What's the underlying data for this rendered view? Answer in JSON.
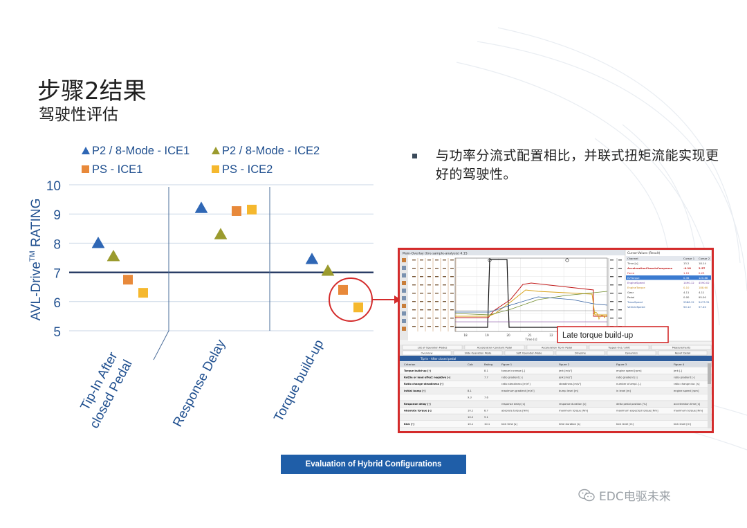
{
  "slide": {
    "title": "步骤2结果",
    "subtitle": "驾驶性评估",
    "bullet": "与功率分流式配置相比，并联式扭矩流能实现更好的驾驶性。",
    "banner": "Evaluation of Hybrid Configurations",
    "watermark": "EDC电驱未来"
  },
  "colors": {
    "blue_marker": "#2f67b5",
    "olive_marker": "#9b9b2e",
    "orange_marker": "#e8893a",
    "yellow_marker": "#f5b82e",
    "axis_text": "#1f4f8f",
    "callout_red": "#d42b2b",
    "banner_blue": "#1f5ea8"
  },
  "chart_data": {
    "type": "scatter",
    "ylabel_main": "AVL-Drive",
    "ylabel_sup": "TM",
    "ylabel_rest": " RATING",
    "ylim": [
      5,
      10
    ],
    "yticks": [
      "5",
      "6",
      "7",
      "8",
      "9",
      "10"
    ],
    "reference_line": 7,
    "grid": true,
    "legend_position": "top",
    "categories": [
      "Tip-In After closed Pedal",
      "Response Delay",
      "Torque build-up"
    ],
    "category_lines": [
      [
        "Tip-In After",
        "closed Pedal"
      ],
      [
        "Response Delay"
      ],
      [
        "Torque build-up"
      ]
    ],
    "series": [
      {
        "name": "P2 / 8-Mode - ICE1",
        "marker": "triangle",
        "color": "#2f67b5",
        "values": [
          8.0,
          9.2,
          7.45
        ]
      },
      {
        "name": "P2 / 8-Mode - ICE2",
        "marker": "triangle",
        "color": "#9b9b2e",
        "values": [
          7.55,
          8.3,
          7.05
        ]
      },
      {
        "name": "PS - ICE1",
        "marker": "square",
        "color": "#e8893a",
        "values": [
          6.75,
          9.1,
          6.4
        ]
      },
      {
        "name": "PS - ICE2",
        "marker": "square",
        "color": "#f5b82e",
        "values": [
          6.3,
          9.15,
          5.8
        ]
      }
    ]
  },
  "screenshot": {
    "window_title": "Main-Overlay (tire-sample-analysis) 4.15",
    "side_title": "Cursor-Values (Result)",
    "side_headers": [
      "Channel",
      "Cursor 1",
      "Cursor 2"
    ],
    "side_rows": [
      [
        "Time [s]",
        "13.2",
        "18.14"
      ],
      [
        "AccelerationChassisCompensa",
        "-0.18",
        "2.57"
      ],
      [
        "Force",
        "1.15",
        "0.23"
      ],
      [
        "EVTorque",
        "0.36",
        "120.88"
      ],
      [
        "EngineSpeed",
        "1490.12",
        "4590.02"
      ],
      [
        "EngineTorque",
        "0.10",
        "188.60"
      ],
      [
        "Gear",
        "4.11",
        "4.11"
      ],
      [
        "Pedal",
        "0.00",
        "95.00"
      ],
      [
        "TransSpeed",
        "2586.12",
        "5473.31"
      ],
      [
        "VehicleSpeed",
        "50.12",
        "57.40"
      ]
    ],
    "x_ticks": [
      "18",
      "19",
      "20",
      "21",
      "22",
      "23",
      "24"
    ],
    "x_label": "Time [s]",
    "callout": "Late torque build-up",
    "tabs_row1": [
      "List of Operation Modes",
      "Acceleration Constant Pedal",
      "Acceleration Tip-In Pedal",
      "Tipped Out / Shift",
      "Measurements"
    ],
    "tabs_row2": [
      "Overview",
      "Slide Operation Mode",
      "Soft Operation Mode",
      "Driveline",
      "Dynamics",
      "Result Detail"
    ],
    "table_title": "Tip-in - After closed pedal",
    "table_headers": [
      "Criterion",
      "Calc",
      "Rating",
      "Figure 1",
      "Figure 2",
      "Figure 3",
      "Figure 4"
    ],
    "table_rows": [
      [
        "Torque build-up [-]",
        "",
        "8.1",
        "torque increase [-]",
        "jerk [m/s³]",
        "engine speed [rpm]",
        "jerk [-]"
      ],
      [
        "Rattle or load effect negative [-]",
        "",
        "7.7",
        "ratio gradient [-]",
        "jerk [m/s²]",
        "ratio gradient [-]",
        "ratio gradient [-]"
      ],
      [
        "Ratio change steadiness [-]",
        "",
        "",
        "ratio steadiness [m/s²]",
        "steadiness [m/s²]",
        "number of ampl. [-]",
        "ratio change dur. [s]"
      ],
      [
        "Initial bump [-]",
        "8.1",
        "",
        "maximum gradient [m/s³]",
        "bump level [m]",
        "in level [m]",
        "engine speed [rpm]"
      ],
      [
        "",
        "9.3",
        "7.6",
        "",
        "",
        "",
        ""
      ],
      [
        "Response delay [-]",
        "",
        "",
        "response delay [s]",
        "response duration [s]",
        "delta pedal position [%]",
        "acceleration time [s]"
      ],
      [
        "Absolute torque [-]",
        "10.1",
        "8.7",
        "absolute torque [Nm]",
        "maximum torque [Nm]",
        "maximum expected torque [Nm]",
        "maximum torque [Nm]"
      ],
      [
        "",
        "10.2",
        "9.1",
        "",
        "",
        "",
        ""
      ],
      [
        "Kick [-]",
        "10.1",
        "10.1",
        "kick time [s]",
        "time duration [s]",
        "kick level [m]",
        "kick level [m]"
      ]
    ]
  }
}
